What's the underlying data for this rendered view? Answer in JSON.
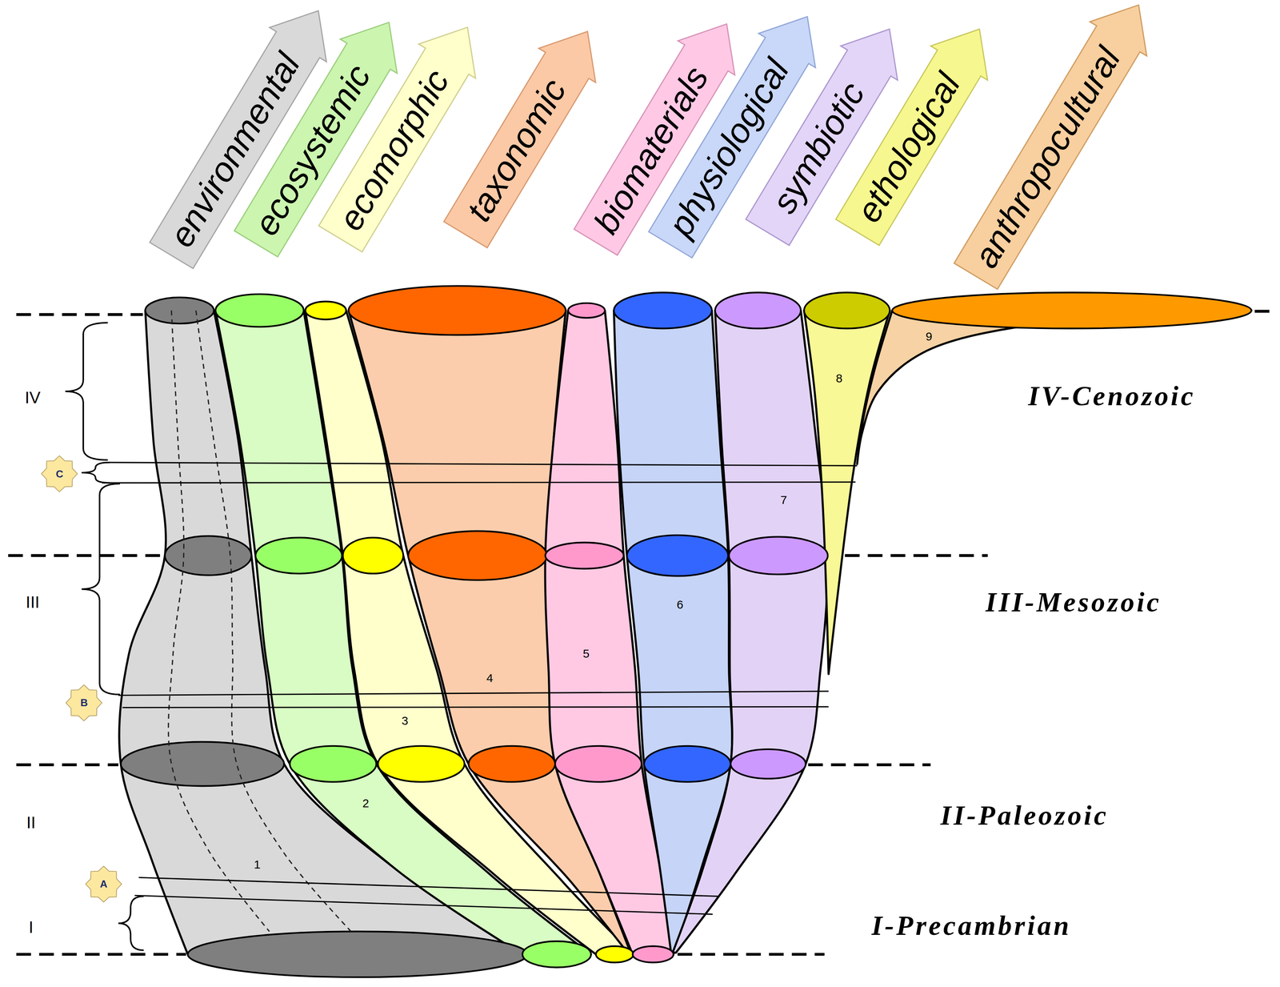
{
  "diagram": {
    "nodes": [
      {
        "text": [
          "environmental"
        ]
      },
      {
        "text": [
          "ecosystemic"
        ]
      },
      {
        "text": [
          "ecomorphic"
        ]
      },
      {
        "text": [
          "taxonomic"
        ]
      },
      {
        "text": [
          "biomaterials"
        ]
      },
      {
        "text": [
          "physiological"
        ]
      },
      {
        "text": [
          "symbiotic"
        ]
      },
      {
        "text": [
          "ethological"
        ]
      },
      {
        "text": [
          "anthropocultural"
        ]
      },
      {
        "text": [
          "C"
        ]
      },
      {
        "text": [
          "B"
        ]
      },
      {
        "text": [
          "A"
        ]
      }
    ],
    "labels": [
      "IV",
      "III",
      "II",
      "I",
      "IV-Cenozoic",
      "III-Mesozoic",
      "II-Paleozoic",
      "I-Precambrian",
      "1",
      "2",
      "3",
      "4",
      "5",
      "6",
      "7",
      "8",
      "9"
    ]
  }
}
